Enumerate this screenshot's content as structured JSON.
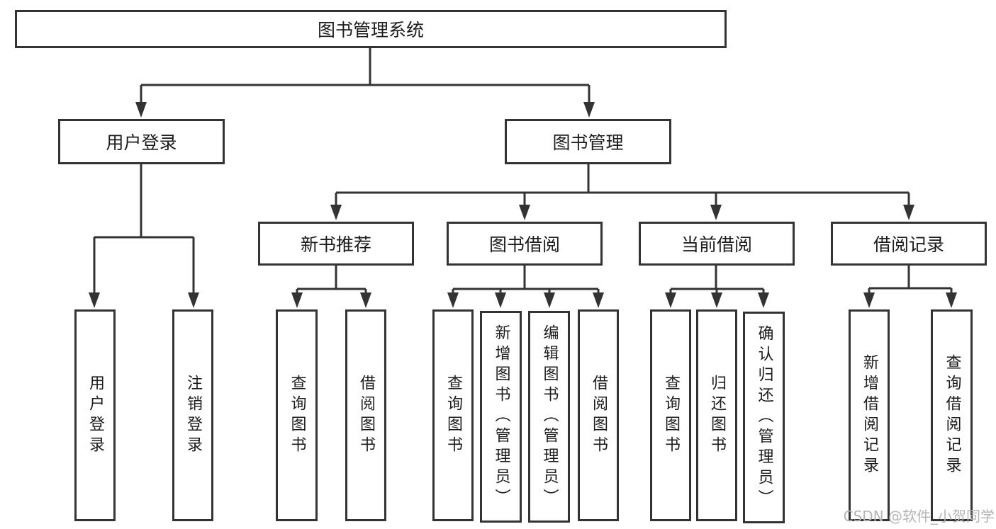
{
  "diagram": {
    "root": {
      "label": "图书管理系统"
    },
    "children": [
      {
        "label": "用户登录",
        "children": [
          {
            "label": "用户登录"
          },
          {
            "label": "注销登录"
          }
        ]
      },
      {
        "label": "图书管理",
        "children": [
          {
            "label": "新书推荐",
            "children": [
              {
                "label": "查询图书"
              },
              {
                "label": "借阅图书"
              }
            ]
          },
          {
            "label": "图书借阅",
            "children": [
              {
                "label": "查询图书"
              },
              {
                "label": "新增图书（管理员）"
              },
              {
                "label": "编辑图书（管理员）"
              },
              {
                "label": "借阅图书"
              }
            ]
          },
          {
            "label": "当前借阅",
            "children": [
              {
                "label": "查询图书"
              },
              {
                "label": "归还图书"
              },
              {
                "label": "确认归还（管理员）"
              }
            ]
          },
          {
            "label": "借阅记录",
            "children": [
              {
                "label": "新增借阅记录"
              },
              {
                "label": "查询借阅记录"
              }
            ]
          }
        ]
      }
    ]
  },
  "watermark": {
    "text": "CSDN @软件_小贺同学"
  },
  "colors": {
    "line": "#333333",
    "text": "#1c1c1c",
    "watermark": "#b5b5b5",
    "background": "#ffffff"
  }
}
